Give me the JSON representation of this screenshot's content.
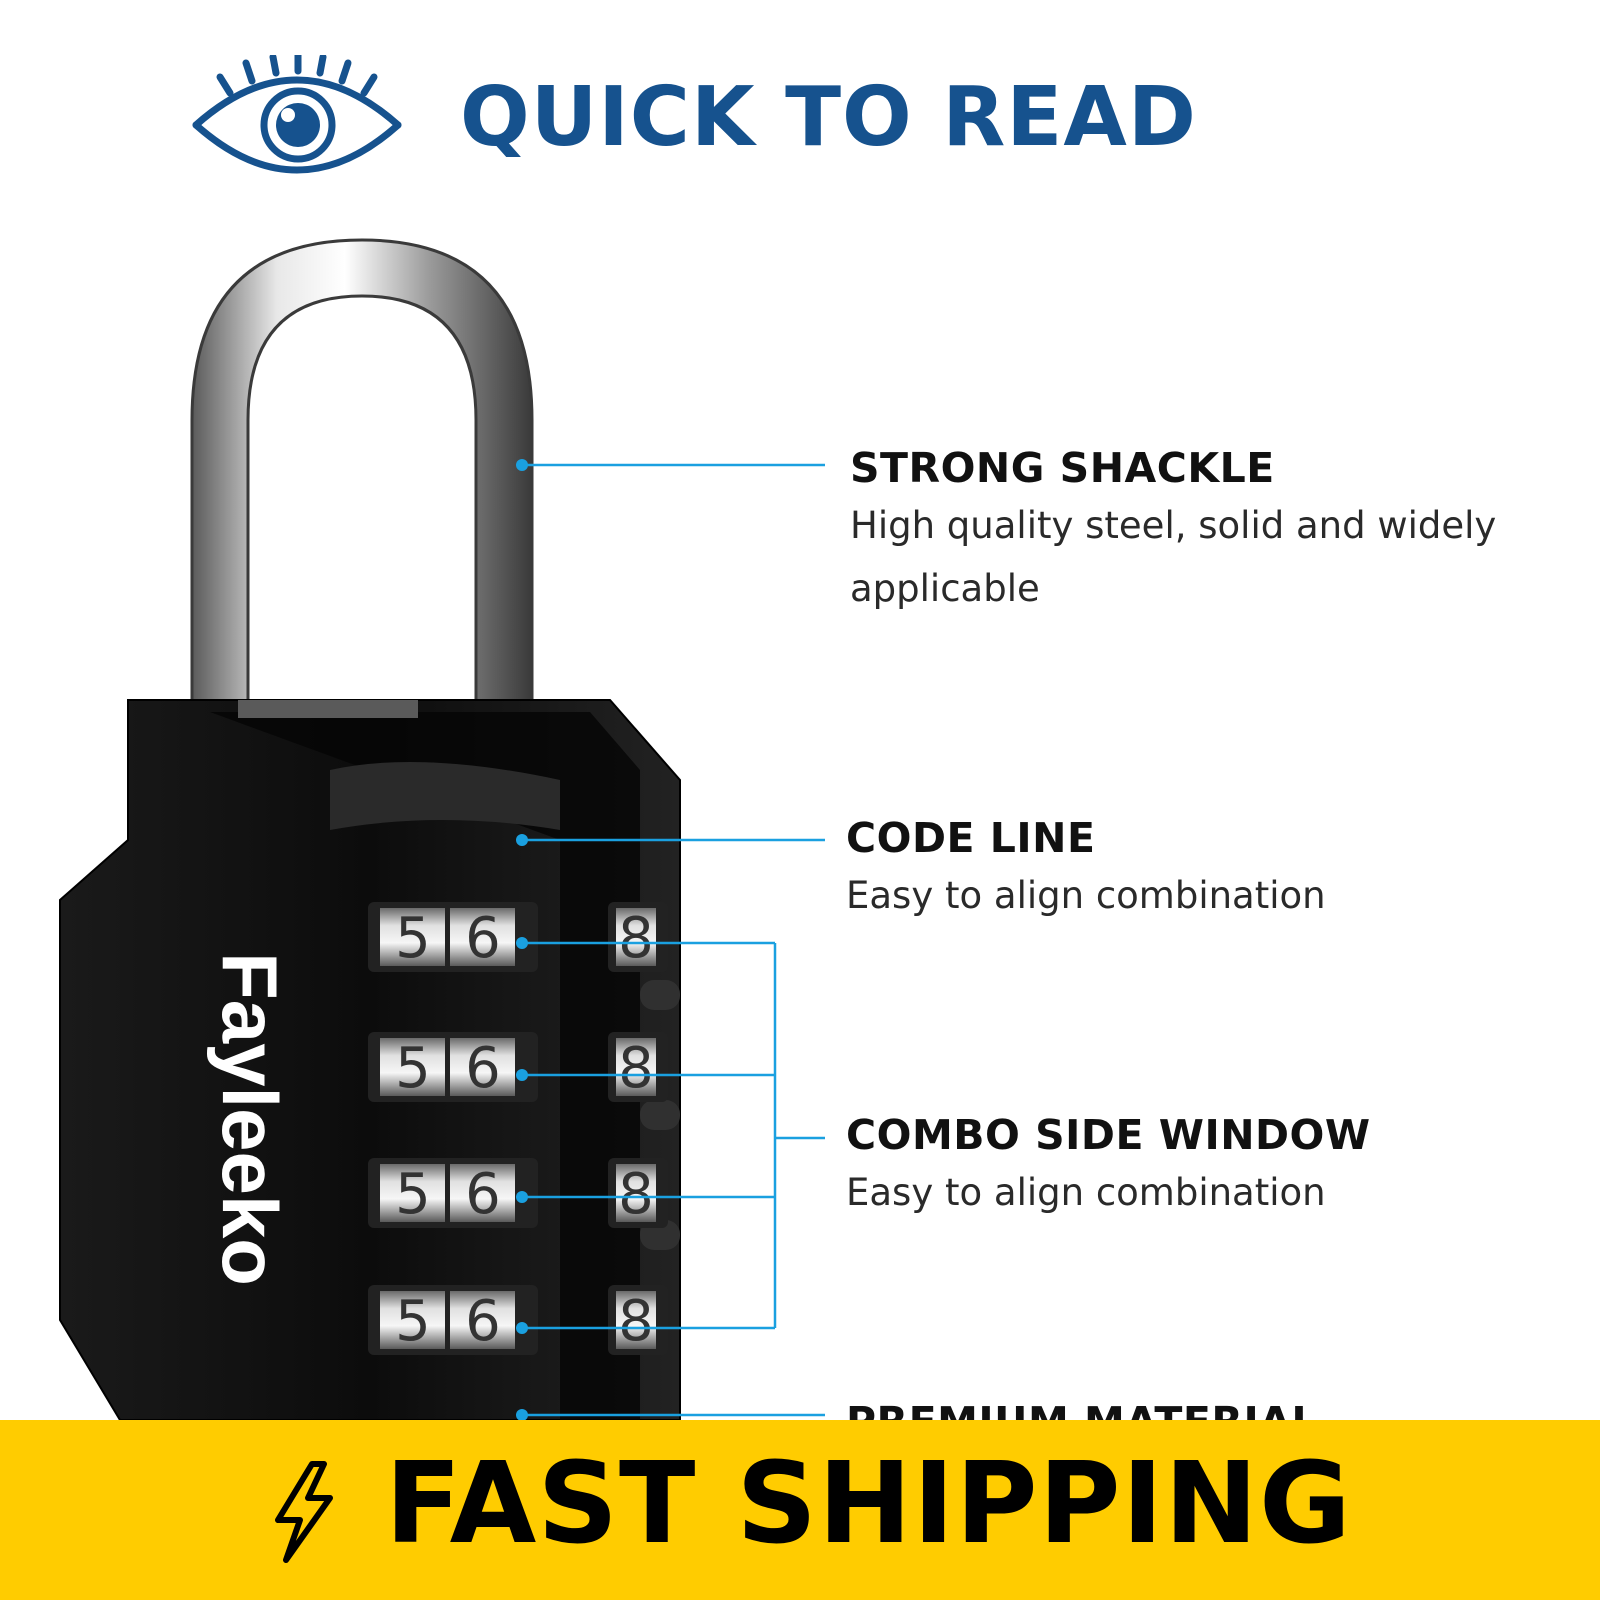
{
  "header": {
    "icon": "eye-icon",
    "headline": "QUICK TO READ"
  },
  "product": {
    "brand": "Fayleeko",
    "dial_digits": [
      "5",
      "6",
      "8"
    ]
  },
  "features": [
    {
      "title": "STRONG SHACKLE",
      "description": "High quality steel, solid and widely applicable"
    },
    {
      "title": "CODE LINE",
      "description": "Easy to align combination"
    },
    {
      "title": "COMBO SIDE WINDOW",
      "description": "Easy to align combination"
    },
    {
      "title": "PREMIUM MATERIAL",
      "description": ""
    }
  ],
  "banner": {
    "icon": "lightning-bolt-icon",
    "text": "FAST SHIPPING",
    "color": "#ffcc00"
  },
  "colors": {
    "headline": "#16528e",
    "callout_line": "#1aa0e0",
    "lock_body": "#111111"
  }
}
